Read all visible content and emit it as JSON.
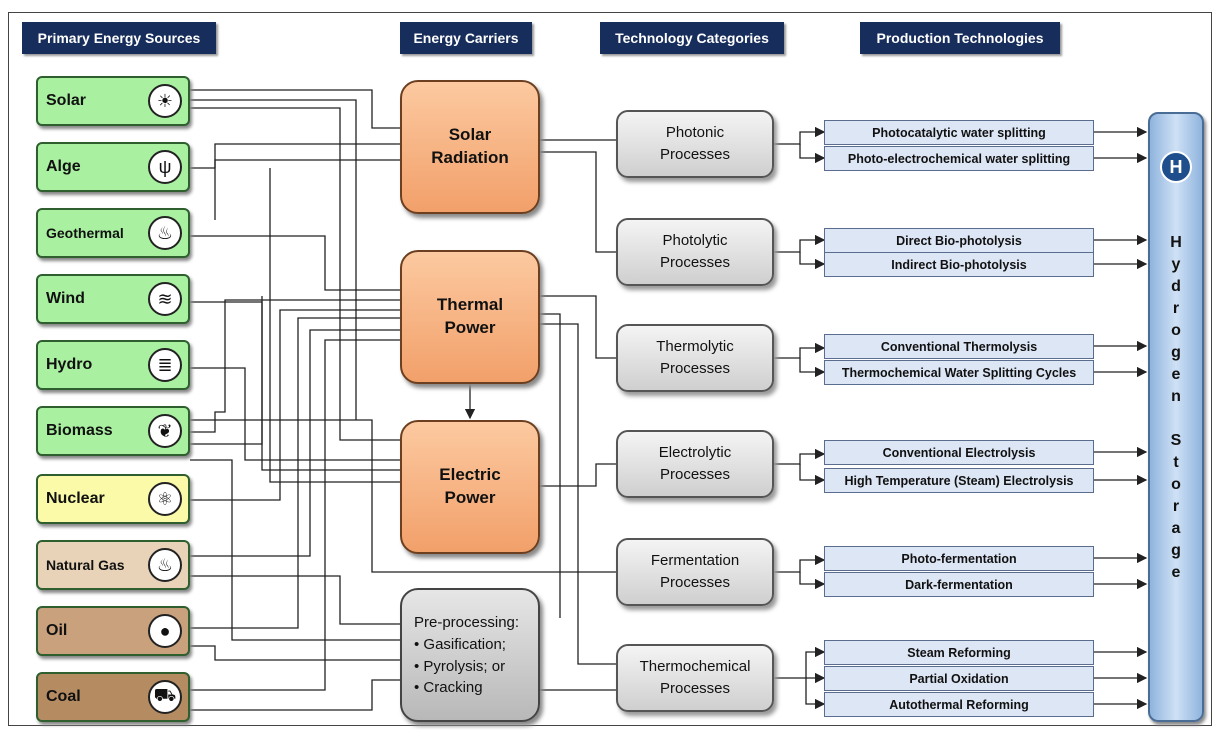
{
  "headers": {
    "primary": "Primary Energy Sources",
    "carriers": "Energy Carriers",
    "categories": "Technology Categories",
    "production": "Production Technologies"
  },
  "sources": [
    {
      "label": "Solar",
      "icon": "sun-icon",
      "glyph": "☀",
      "color": "#a9f0a1"
    },
    {
      "label": "Alge",
      "icon": "algae-icon",
      "glyph": "ψ",
      "color": "#a9f0a1"
    },
    {
      "label": "Geothermal",
      "icon": "geothermal-icon",
      "glyph": "♨",
      "color": "#a9f0a1"
    },
    {
      "label": "Wind",
      "icon": "wind-icon",
      "glyph": "≋",
      "color": "#a9f0a1"
    },
    {
      "label": "Hydro",
      "icon": "hydro-icon",
      "glyph": "≣",
      "color": "#a9f0a1"
    },
    {
      "label": "Biomass",
      "icon": "biomass-icon",
      "glyph": "❦",
      "color": "#a9f0a1"
    },
    {
      "label": "Nuclear",
      "icon": "atom-icon",
      "glyph": "⚛",
      "color": "#fafaa8"
    },
    {
      "label": "Natural Gas",
      "icon": "flame-icon",
      "glyph": "♨",
      "color": "#e8d3b8"
    },
    {
      "label": "Oil",
      "icon": "oil-drop-icon",
      "glyph": "●",
      "color": "#c9a17c"
    },
    {
      "label": "Coal",
      "icon": "coal-cart-icon",
      "glyph": "⛟",
      "color": "#b58b62"
    }
  ],
  "carriers": [
    {
      "label": "Solar\nRadiation"
    },
    {
      "label": "Thermal\nPower"
    },
    {
      "label": "Electric\nPower"
    }
  ],
  "preprocessing": {
    "title": "Pre-processing:",
    "items": [
      "• Gasification;",
      "• Pyrolysis; or",
      "• Cracking"
    ]
  },
  "categories": [
    {
      "label": "Photonic\nProcesses"
    },
    {
      "label": "Photolytic\nProcesses"
    },
    {
      "label": "Thermolytic\nProcesses"
    },
    {
      "label": "Electrolytic\nProcesses"
    },
    {
      "label": "Fermentation\nProcesses"
    },
    {
      "label": "Thermochemical\nProcesses"
    }
  ],
  "production": [
    "Photocatalytic water splitting",
    "Photo-electrochemical water splitting",
    "Direct Bio-photolysis",
    "Indirect Bio-photolysis",
    "Conventional Thermolysis",
    "Thermochemical Water Splitting Cycles",
    "Conventional Electrolysis",
    "High Temperature (Steam) Electrolysis",
    "Photo-fermentation",
    "Dark-fermentation",
    "Steam Reforming",
    "Partial Oxidation",
    "Autothermal Reforming"
  ],
  "storage": {
    "icon": "hydrogen-icon",
    "icon_text": "H",
    "label": "Hydrogen Storage"
  }
}
